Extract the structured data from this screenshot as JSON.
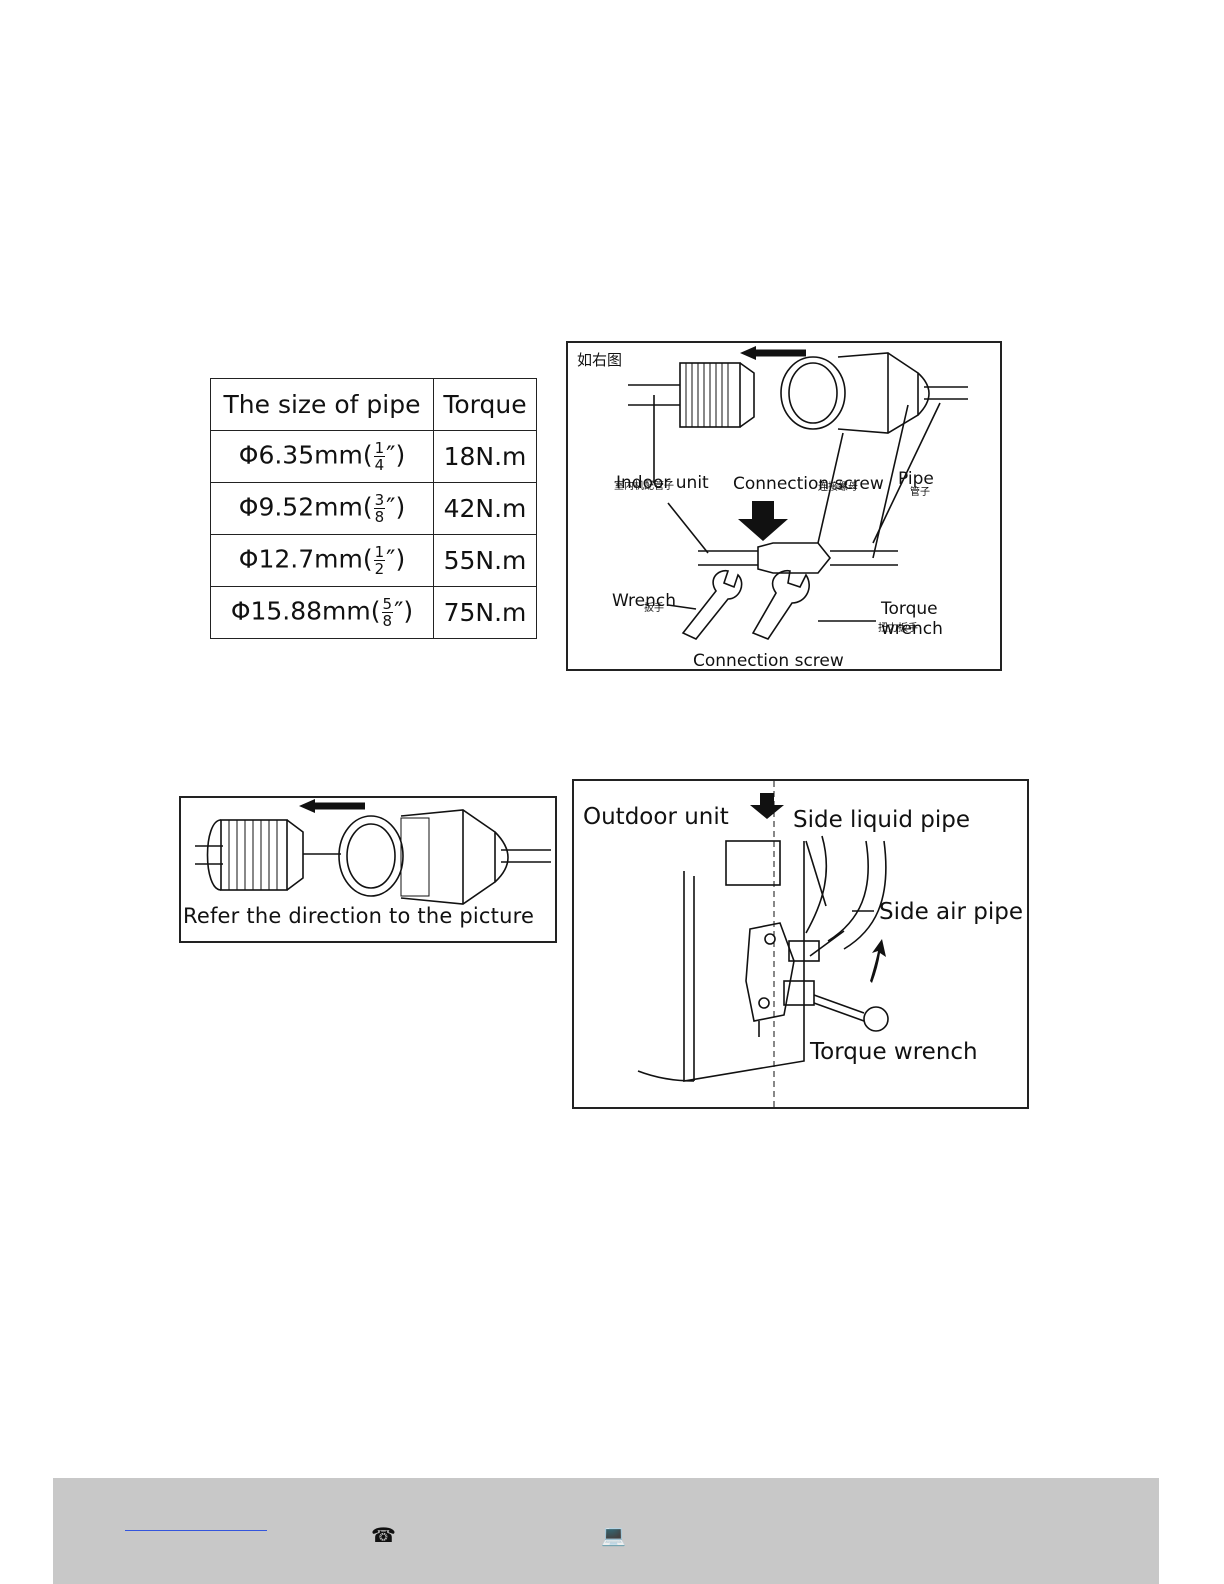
{
  "table": {
    "header": {
      "size": "The size of pipe",
      "torque": "Torque"
    },
    "rows": [
      {
        "prefix": "Φ6.35mm(",
        "num": "1",
        "den": "4",
        "suffix": "″)",
        "torque": "18N.m"
      },
      {
        "prefix": "Φ9.52mm(",
        "num": "3",
        "den": "8",
        "suffix": "″)",
        "torque": "42N.m"
      },
      {
        "prefix": "Φ12.7mm(",
        "num": "1",
        "den": "2",
        "suffix": "″)",
        "torque": "55N.m"
      },
      {
        "prefix": "Φ15.88mm(",
        "num": "5",
        "den": "8",
        "suffix": "″)",
        "torque": "75N.m"
      }
    ]
  },
  "figure1": {
    "corner_note": "如右图",
    "indoor_unit": "Indoor unit",
    "indoor_unit_cn": "室内机配管子",
    "connection_screw_top": "Connection screw",
    "connection_screw_top_cn": "连接螺母",
    "pipe": "Pipe",
    "pipe_cn": "管子",
    "wrench": "Wrench",
    "wrench_cn": "扳手",
    "torque_wrench_1": "Torque",
    "torque_wrench_2": "wrench",
    "torque_wrench_cn": "扭力扳手",
    "connection_screw_bottom": "Connection screw"
  },
  "figure2": {
    "caption": "Refer the direction to the picture"
  },
  "figure3": {
    "outdoor_unit": "Outdoor unit",
    "side_liquid_pipe": "Side liquid pipe",
    "side_air_pipe": "Side air pipe",
    "torque_wrench": "Torque wrench"
  },
  "footer": {
    "phone_icon": "telephone-icon",
    "computer_icon": "laptop-icon"
  }
}
